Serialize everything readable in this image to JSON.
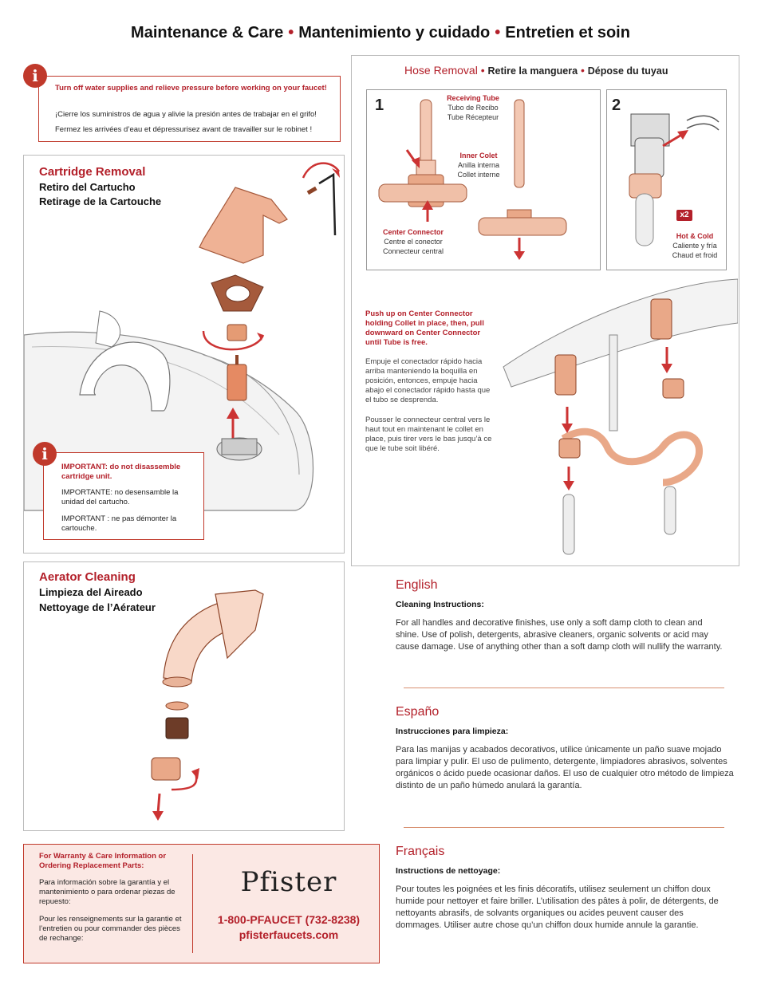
{
  "title": {
    "en": "Maintenance & Care",
    "es": "Mantenimiento y cuidado",
    "fr": "Entretien et soin",
    "sep": "•"
  },
  "warning_top": {
    "en": "Turn off water supplies and relieve pressure before working on your faucet!",
    "es": "¡Cierre los suministros de agua y alivie la presión antes de trabajar en el grifo!",
    "fr": "Fermez les arrivées d’eau et dépressurisez avant de travailler sur le robinet !"
  },
  "cartridge": {
    "en": "Cartridge Removal",
    "es": "Retiro del Cartucho",
    "fr": "Retirage de la Cartouche"
  },
  "important": {
    "en": "IMPORTANT: do not disassemble cartridge unit.",
    "es": "IMPORTANTE: no desensamble la unidad del cartucho.",
    "fr": "IMPORTANT : ne pas démonter la cartouche."
  },
  "hose": {
    "en": "Hose Removal",
    "es": "Retire la manguera",
    "fr": "Dépose du tuyau",
    "sep": "•"
  },
  "step1": "1",
  "step2": "2",
  "receiving_tube": {
    "en": "Receiving Tube",
    "es": "Tubo de Recibo",
    "fr": "Tube Récepteur"
  },
  "inner_colet": {
    "en": "Inner Colet",
    "es": "Anilla interna",
    "fr": "Collet interne"
  },
  "center_connector": {
    "en": "Center Connector",
    "es": "Centre el conector",
    "fr": "Connecteur central"
  },
  "hot_cold": {
    "badge": "x2",
    "en": "Hot & Cold",
    "es": "Caliente y fría",
    "fr": "Chaud et froid"
  },
  "push_note": {
    "en": "Push up on Center Connector holding Collet in place, then, pull downward on Center Connector until Tube is free.",
    "es": "Empuje el conectador rápido hacia arriba manteniendo la boquilla en posición, entonces, empuje hacia abajo el conectador rápido hasta que el tubo se desprenda.",
    "fr": "Pousser le connecteur central vers le haut tout en maintenant le collet en place, puis tirer vers le bas jusqu’à ce que le tube soit libéré."
  },
  "aerator": {
    "en": "Aerator Cleaning",
    "es": "Limpieza del Aireado",
    "fr": "Nettoyage de l’Aérateur"
  },
  "english": {
    "heading": "English",
    "sub": "Cleaning Instructions:",
    "body": "For all handles and decorative finishes, use only a soft damp cloth to clean and shine. Use of polish, detergents, abrasive cleaners, organic solvents or acid may cause damage. Use of anything other than a soft damp cloth will nullify the warranty."
  },
  "spanish": {
    "heading": "Españo",
    "sub": "Instrucciones para limpieza:",
    "body": "Para las manijas y acabados decorativos, utilice únicamente un paño suave mojado para limpiar y pulir. El uso de pulimento, detergente, limpiadores abrasivos, solventes orgánicos o ácido puede ocasionar daños. El uso de cualquier otro método de limpieza distinto de un paño húmedo anulará la garantía."
  },
  "french": {
    "heading": "Français",
    "sub": "Instructions de nettoyage:",
    "body": "Pour toutes les poignées et les finis décoratifs, utilisez seulement un chiffon doux humide pour nettoyer et faire briller. L’utilisation des pâtes à polir, de détergents, de nettoyants abrasifs, de solvants organiques ou acides peuvent causer des dommages. Utiliser autre chose qu’un chiffon doux humide annule la garantie."
  },
  "warranty": {
    "en": "For Warranty & Care Information or Ordering Replacement Parts:",
    "es": "Para información sobre la garantía y el mantenimiento o para ordenar piezas de repuesto:",
    "fr": "Pour les renseignements sur la garantie et l’entretien ou pour commander des pièces de rechange:",
    "brand": "Pfister",
    "phone": "1-800-PFAUCET (732-8238)",
    "web": "pfisterfaucets.com"
  },
  "colors": {
    "accent": "#b3202a",
    "copper": "#e8a07e",
    "copper_dark": "#b5643f",
    "pink_bg": "#fbe8e4"
  }
}
